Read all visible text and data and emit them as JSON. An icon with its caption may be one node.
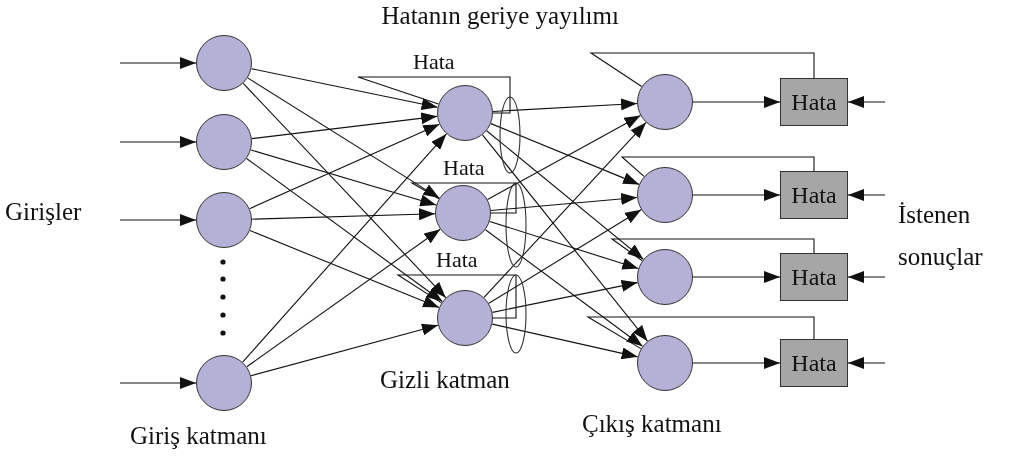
{
  "diagram": {
    "title": "Hatanın geriye yayılımı",
    "nodes": [
      {
        "text": [],
        "shape": "circle"
      },
      {
        "text": [],
        "shape": "circle"
      },
      {
        "text": [],
        "shape": "circle"
      },
      {
        "text": [],
        "shape": "circle"
      },
      {
        "text": [],
        "shape": "circle"
      },
      {
        "text": [],
        "shape": "circle"
      },
      {
        "text": [],
        "shape": "circle"
      },
      {
        "text": [],
        "shape": "circle"
      },
      {
        "text": [],
        "shape": "circle"
      },
      {
        "text": [],
        "shape": "circle"
      },
      {
        "text": [],
        "shape": "circle"
      },
      {
        "text": [
          "Hata"
        ]
      },
      {
        "text": [
          "Hata"
        ]
      },
      {
        "text": [
          "Hata"
        ]
      },
      {
        "text": [
          "Hata"
        ]
      }
    ],
    "edges": [
      {
        "from": null,
        "to": 0,
        "arrow": "to"
      },
      {
        "from": null,
        "to": 1,
        "arrow": "to"
      },
      {
        "from": null,
        "to": 2,
        "arrow": "to"
      },
      {
        "from": null,
        "to": 3,
        "arrow": "to"
      },
      {
        "from": 0,
        "to": 4,
        "arrow": "to"
      },
      {
        "from": 0,
        "to": 5,
        "arrow": "to"
      },
      {
        "from": 0,
        "to": 6,
        "arrow": "to"
      },
      {
        "from": 1,
        "to": 4,
        "arrow": "to"
      },
      {
        "from": 1,
        "to": 5,
        "arrow": "to"
      },
      {
        "from": 1,
        "to": 6,
        "arrow": "to"
      },
      {
        "from": 2,
        "to": 4,
        "arrow": "to"
      },
      {
        "from": 2,
        "to": 5,
        "arrow": "to"
      },
      {
        "from": 2,
        "to": 6,
        "arrow": "to"
      },
      {
        "from": 3,
        "to": 4,
        "arrow": "to"
      },
      {
        "from": 3,
        "to": 5,
        "arrow": "to"
      },
      {
        "from": 3,
        "to": 6,
        "arrow": "to"
      },
      {
        "from": 4,
        "to": 7,
        "arrow": "to"
      },
      {
        "from": 4,
        "to": 8,
        "arrow": "to"
      },
      {
        "from": 4,
        "to": 9,
        "arrow": "to"
      },
      {
        "from": 4,
        "to": 10,
        "arrow": "to"
      },
      {
        "from": 5,
        "to": 7,
        "arrow": "to"
      },
      {
        "from": 5,
        "to": 8,
        "arrow": "to"
      },
      {
        "from": 5,
        "to": 9,
        "arrow": "to"
      },
      {
        "from": 5,
        "to": 10,
        "arrow": "to"
      },
      {
        "from": 6,
        "to": 7,
        "arrow": "to"
      },
      {
        "from": 6,
        "to": 8,
        "arrow": "to"
      },
      {
        "from": 6,
        "to": 9,
        "arrow": "to"
      },
      {
        "from": 6,
        "to": 10,
        "arrow": "to"
      },
      {
        "from": 4,
        "to": 4,
        "arrow": "none",
        "label": "Hata"
      },
      {
        "from": 5,
        "to": 5,
        "arrow": "none",
        "label": "Hata"
      },
      {
        "from": 6,
        "to": 6,
        "arrow": "none",
        "label": "Hata"
      },
      {
        "from": 7,
        "to": 11,
        "arrow": "to"
      },
      {
        "from": 8,
        "to": 12,
        "arrow": "to"
      },
      {
        "from": 9,
        "to": 13,
        "arrow": "to"
      },
      {
        "from": 10,
        "to": 14,
        "arrow": "to"
      },
      {
        "from": null,
        "to": 11,
        "arrow": "to"
      },
      {
        "from": null,
        "to": 12,
        "arrow": "to"
      },
      {
        "from": null,
        "to": 13,
        "arrow": "to"
      },
      {
        "from": null,
        "to": 14,
        "arrow": "to"
      },
      {
        "from": 11,
        "to": 7,
        "arrow": "none"
      },
      {
        "from": 12,
        "to": 8,
        "arrow": "none"
      },
      {
        "from": 13,
        "to": 9,
        "arrow": "none"
      },
      {
        "from": 14,
        "to": 10,
        "arrow": "none"
      }
    ],
    "labels": [
      "Girişler",
      "İstenen sonuçlar",
      "Giriş katmanı",
      "Gizli katman",
      "Çıkış katmanı"
    ]
  }
}
